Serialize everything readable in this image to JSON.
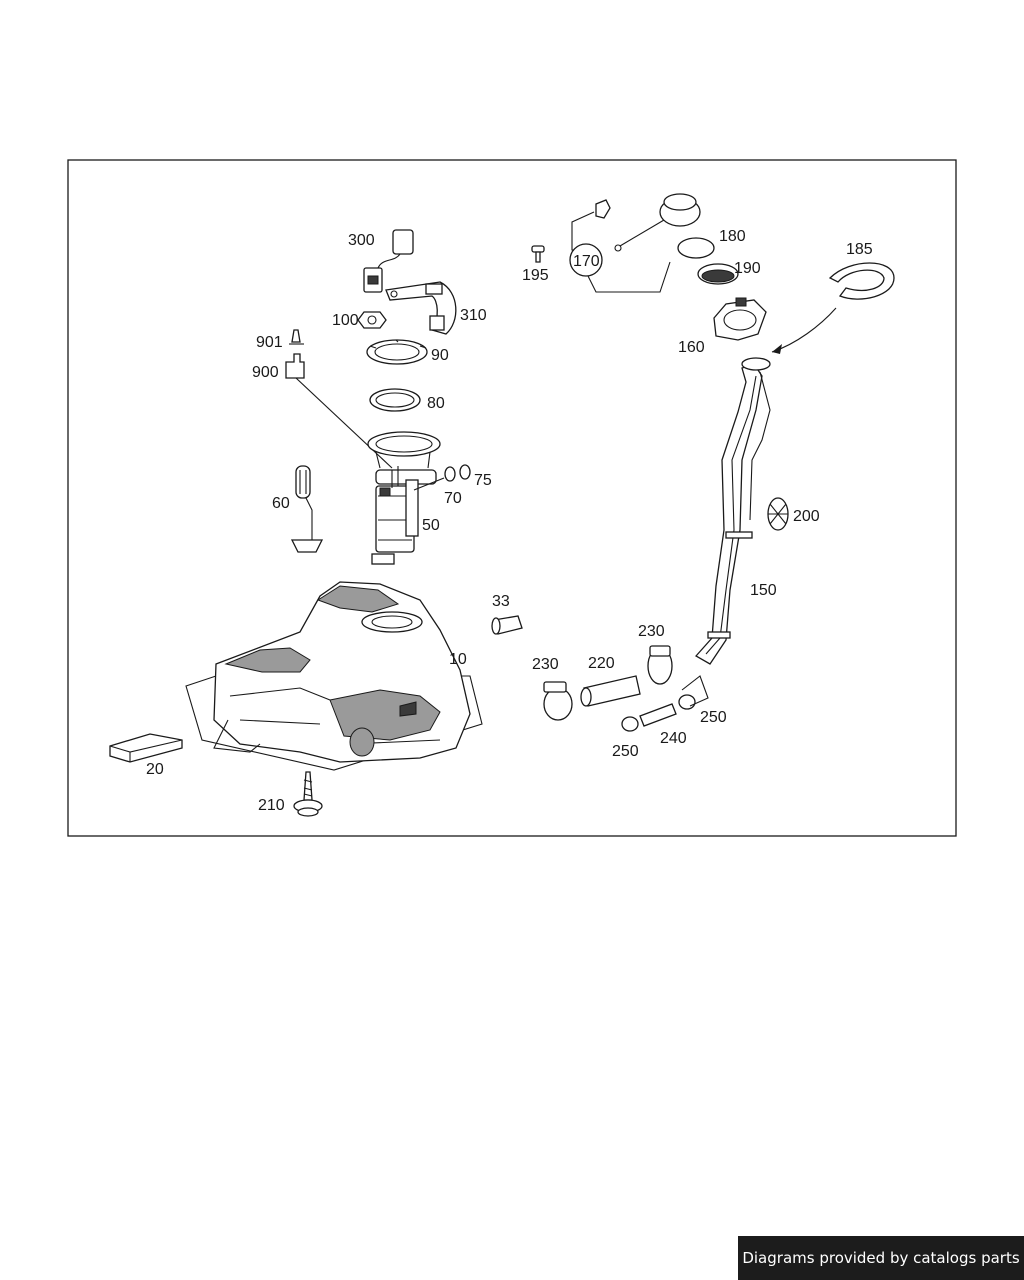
{
  "labels": {
    "l10": "10",
    "l20": "20",
    "l33": "33",
    "l50": "50",
    "l60": "60",
    "l70": "70",
    "l75": "75",
    "l80": "80",
    "l90": "90",
    "l100": "100",
    "l150": "150",
    "l160": "160",
    "l170": "170",
    "l180": "180",
    "l185": "185",
    "l190": "190",
    "l195": "195",
    "l200": "200",
    "l210": "210",
    "l220": "220",
    "l230a": "230",
    "l230b": "230",
    "l240": "240",
    "l250a": "250",
    "l250b": "250",
    "l300": "300",
    "l310": "310",
    "l900": "900",
    "l901": "901"
  },
  "footer": {
    "credit": "Diagrams provided by catalogs parts"
  },
  "colors": {
    "line": "#1a1a1a",
    "shade": "#9a9a9a",
    "badge_bg": "#1c1c1c"
  }
}
